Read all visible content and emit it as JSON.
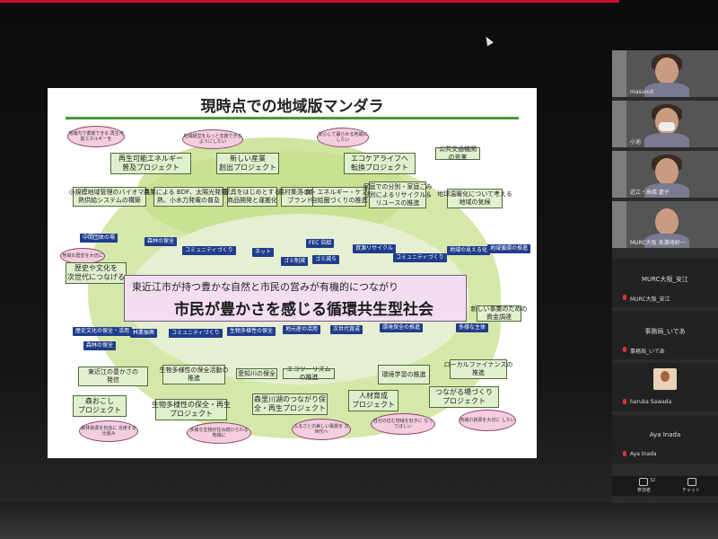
{
  "slide": {
    "title": "現時点での地域版マンダラ",
    "center_sub": "東近江市が持つ豊かな自然と市民の営みが有機的につながり",
    "center_main": "市民が豊かさを感じる循環共生型社会",
    "projects": {
      "p1": "再生可能エネルギー\n普及プロジェクト",
      "p2": "新しい産業\n創出プロジェクト",
      "p3": "エコケアライフへ\n転換プロジェクト",
      "p4": "森おこし\nプロジェクト",
      "p5": "生物多様性の保全・再生\nプロジェクト",
      "p6": "森里川湖のつながり保\n全・再生プロジェクト",
      "p7": "人材育成\nプロジェクト",
      "p8": "つながる場づくり\nプロジェクト",
      "p9": "歴史や文化を\n次世代につなげる"
    },
    "boxes": {
      "b1": "小規模地域管理のバイオマス\n熱供給システムの構築",
      "b2": "農業による BDF、太陽光発電・\n熱、小水力発電の普及",
      "b3": "家具をはじめとする\n商品開発と運搬化",
      "b4": "農村集落の新たな\nブランド化",
      "b5": "食・エネルギー・ケアの\n自給圏づくりの推進",
      "b6": "家庭での分別・家庭ごみ\n分別によるリサイクル＆\nリユースの推進",
      "b7": "東近江の豊かさの\n発信",
      "b8": "生物多様性の保全活動の\n推進",
      "b9": "愛知川の保全",
      "b10": "エコツーリズムの推進",
      "b11": "環境学習の推進",
      "b12": "ローカルファイナンスの\n推進",
      "b13": "地球温暖化について考える\n地域の気候",
      "b14": "公共交通機関の充実",
      "b15": "新しい事業のための\n資金調達"
    },
    "blue_labels": {
      "l1": "森林の保全",
      "l2": "中間団体の場",
      "l3": "コミュニティづくり",
      "l4": "ネット",
      "l5": "FEC 自給",
      "l6": "資源リサイクル",
      "l7": "コミュニティづくり",
      "l8": "地域の見える化",
      "l9": "地域循環の推進",
      "l10": "ゴミ削減",
      "l11": "ゴミ減ら",
      "l12": "林業振興",
      "l13": "コミュニティづくり",
      "l14": "生物多様性の保全",
      "l15": "地元産の活用",
      "l16": "次世代育成",
      "l17": "環境保全の推進",
      "l18": "多様な主体",
      "l19": "歴史文化の保全・活用",
      "l20": "森林の保全"
    },
    "ovals": {
      "o1": "地域内で循環できる\n再生可能エネルギーを",
      "o2": "地域経営をもっと支援できる\nようにしたい",
      "o3": "安心して暮らせる地域に\nしたい",
      "o4": "地域の歴史を大切に",
      "o5": "森林資源を有効に\n活用する仕組み",
      "o6": "多様な生物が住み続けられる\n地域に",
      "o7": "ふるさとの美しい風景を\n次世代へ",
      "o8": "自分の住む地域を好きに\nなってほしい",
      "o9": "地域の資源を大切に\nしたい"
    }
  },
  "participants": [
    {
      "name": "masunut"
    },
    {
      "name": "小池"
    },
    {
      "name": "近江・高橋 慶子"
    },
    {
      "name": "MURC大阪 美濃地研一"
    }
  ],
  "tiles": [
    {
      "big": "MURC大阪_安江",
      "small": "MURC大阪_安江"
    },
    {
      "big": "事務局_いであ",
      "small": "事務局_いであ"
    },
    {
      "name": "haruka Sawada"
    },
    {
      "big": "Aya Inada",
      "small": "Aya Inada"
    }
  ],
  "toolbar": {
    "participants_label": "参加者",
    "participants_count": "32",
    "chat_label": "チャット"
  }
}
